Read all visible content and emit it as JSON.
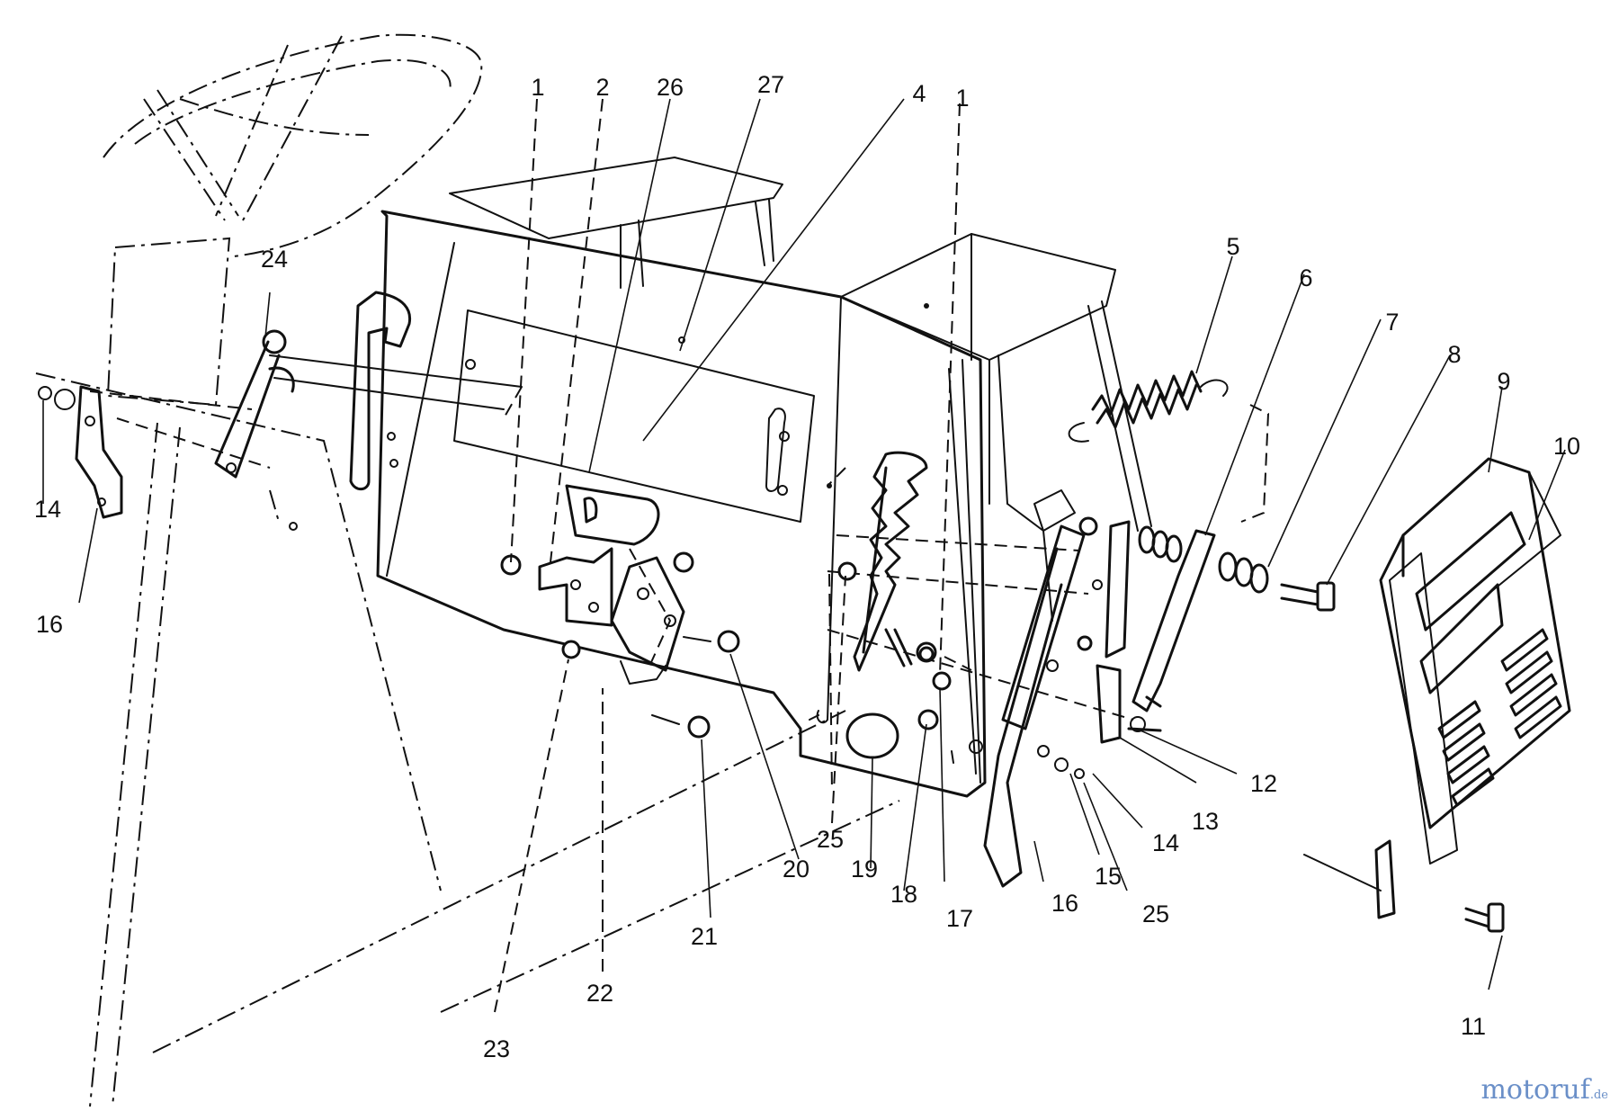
{
  "callouts": [
    "1",
    "2",
    "26",
    "27",
    "4",
    "1",
    "5",
    "6",
    "7",
    "8",
    "9",
    "10",
    "24",
    "14",
    "16",
    "12",
    "13",
    "14",
    "15",
    "25",
    "16",
    "17",
    "18",
    "19",
    "25",
    "20",
    "21",
    "22",
    "23",
    "11"
  ],
  "watermark": {
    "text": "motoruf",
    "suffix": ".de",
    "color": "#6a8fc8"
  },
  "parts": [
    "steering-wheel",
    "steering-column",
    "pivot-rod",
    "control-panel",
    "hood",
    "seat-support",
    "return-spring",
    "link-arm",
    "spring-washers",
    "bolt",
    "decal-panel",
    "bracket",
    "lever-knob",
    "shift-gate"
  ]
}
